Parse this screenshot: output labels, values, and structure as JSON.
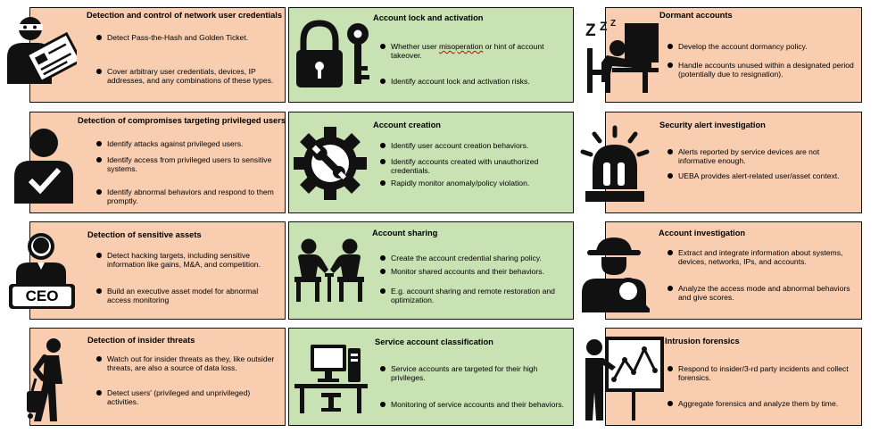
{
  "cards": [
    {
      "title": "Detection and control of network user credentials",
      "icon": "credential-thief-icon",
      "bullets": [
        "Detect Pass-the-Hash and Golden Ticket.",
        "Cover arbitrary user credentials, devices, IP addresses, and any combinations of these types."
      ]
    },
    {
      "title": "Account lock and activation",
      "icon": "padlock-key-icon",
      "bullets": [
        "Whether user misoperation or hint of account takeover.",
        "Identify account lock and activation risks."
      ]
    },
    {
      "title": "Dormant accounts",
      "icon": "sleeping-user-icon",
      "bullets": [
        "Develop the account dormancy policy.",
        "Handle accounts unused within a designated period (potentially due to resignation)."
      ]
    },
    {
      "title": "Detection of compromises targeting privileged users",
      "icon": "verified-user-icon",
      "bullets": [
        "Identify attacks against privileged users.",
        "Identify access from privileged users to sensitive systems.",
        "Identify abnormal behaviors and respond to them promptly."
      ]
    },
    {
      "title": "Account creation",
      "icon": "gear-wrench-icon",
      "bullets": [
        "Identify user account creation behaviors.",
        "Identify accounts created with unauthorized credentials.",
        "Rapidly monitor anomaly/policy violation."
      ]
    },
    {
      "title": "Security alert investigation",
      "icon": "alarm-beacon-icon",
      "bullets": [
        "Alerts reported by service devices are not informative enough.",
        "UEBA provides alert-related user/asset context."
      ]
    },
    {
      "title": "Detection of sensitive assets",
      "icon": "ceo-icon",
      "ceo_label": "CEO",
      "bullets": [
        "Detect hacking targets, including sensitive information like gains, M&A, and competition.",
        "Build an executive asset model for abnormal access monitoring"
      ]
    },
    {
      "title": "Account sharing",
      "icon": "people-meeting-icon",
      "bullets": [
        "Create the account credential sharing policy.",
        "Monitor shared accounts and their behaviors.",
        "E.g. account sharing and remote restoration and optimization."
      ]
    },
    {
      "title": "Account investigation",
      "icon": "detective-magnifier-icon",
      "bullets": [
        "Extract and integrate information about systems, devices, networks, IPs, and accounts.",
        "Analyze the access mode and abnormal behaviors and give scores."
      ]
    },
    {
      "title": "Detection of insider threats",
      "icon": "traveler-luggage-icon",
      "bullets": [
        "Watch out for insider threats as they, like outsider threats, are also a source of data loss.",
        "Detect users' (privileged and unprivileged) activities."
      ]
    },
    {
      "title": "Service account classification",
      "icon": "computer-workstation-icon",
      "bullets": [
        "Service accounts are targeted for their high privileges.",
        "Monitoring of service accounts and their behaviors."
      ]
    },
    {
      "title": "Intrusion forensics",
      "icon": "presenter-chart-icon",
      "bullets": [
        "Respond to insider/3-rd party incidents and collect forensics.",
        "Aggregate forensics and analyze them by time."
      ]
    }
  ]
}
